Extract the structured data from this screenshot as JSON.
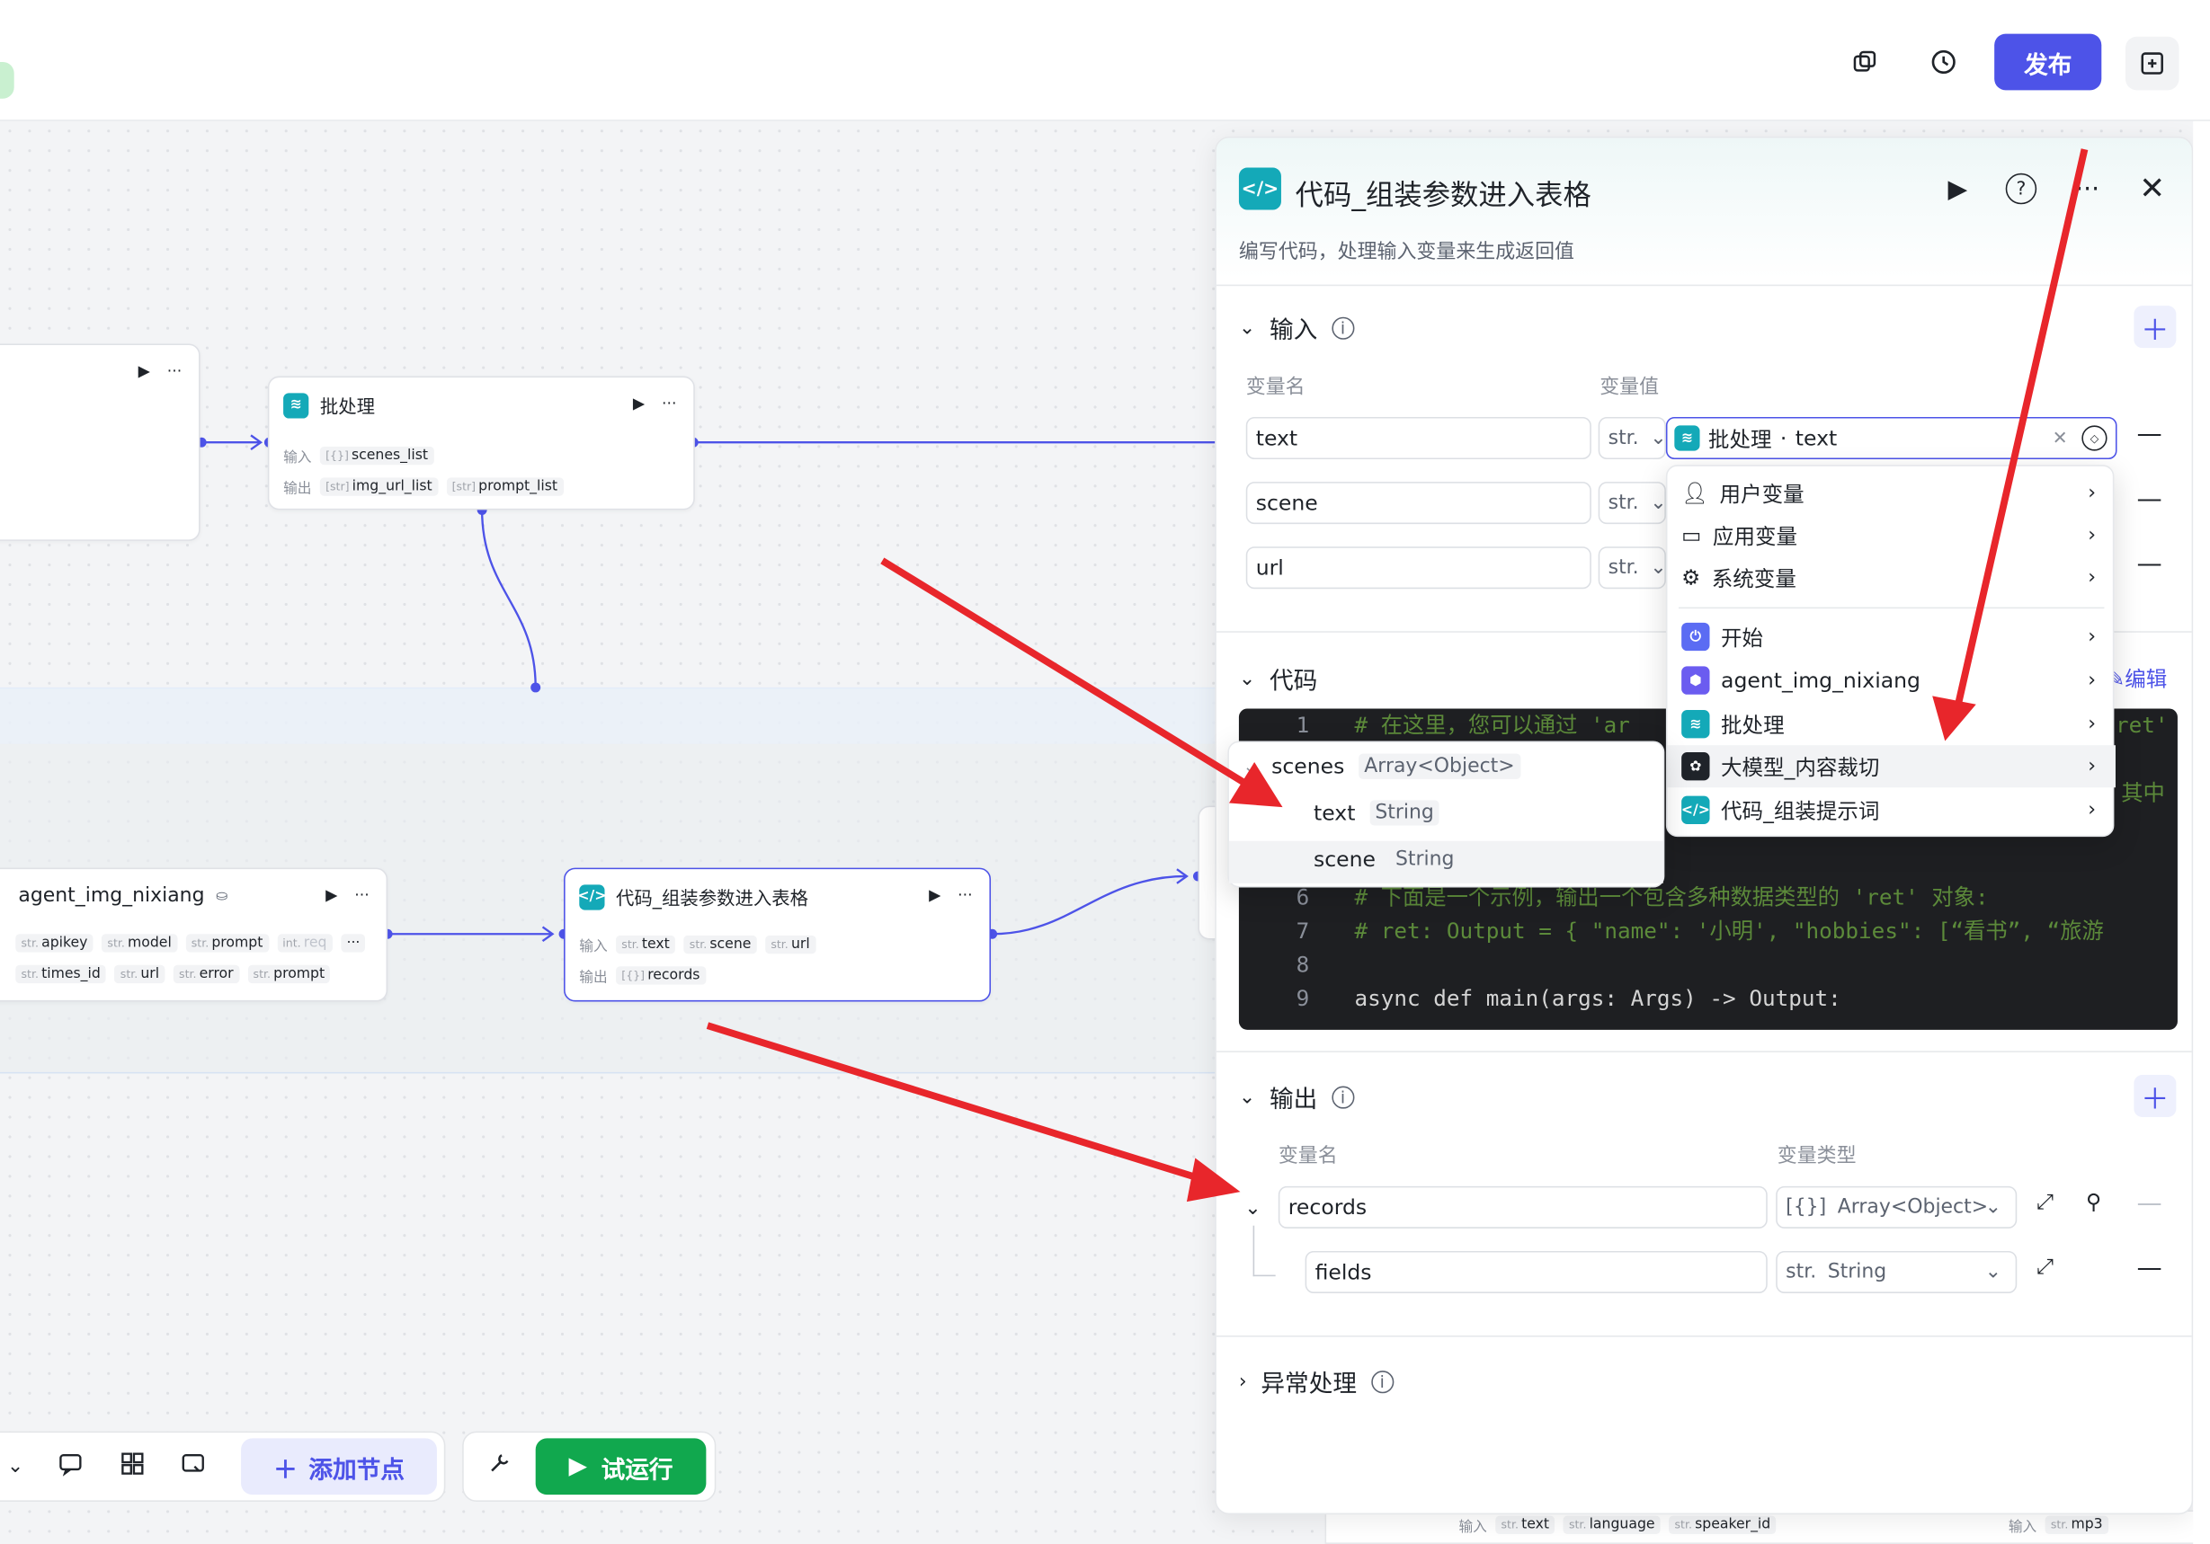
{
  "topbar": {
    "publish_label": "发布",
    "icons": [
      "duplicate-icon",
      "history-icon",
      "add-panel-icon"
    ]
  },
  "canvas": {
    "batch_node": {
      "title": "批处理",
      "input_label": "输入",
      "inputs": [
        {
          "type": "[{}]",
          "name": "scenes_list"
        }
      ],
      "output_label": "输出",
      "outputs": [
        {
          "type": "[str]",
          "name": "img_url_list"
        },
        {
          "type": "[str]",
          "name": "prompt_list"
        }
      ]
    },
    "agent_node": {
      "title": "agent_img_nixiang",
      "row1": [
        {
          "type": "str.",
          "name": "apikey"
        },
        {
          "type": "str.",
          "name": "model"
        },
        {
          "type": "str.",
          "name": "prompt"
        },
        {
          "type": "int.",
          "name": "req"
        }
      ],
      "row2": [
        {
          "type": "str.",
          "name": "times_id"
        },
        {
          "type": "str.",
          "name": "url"
        },
        {
          "type": "str.",
          "name": "error"
        },
        {
          "type": "str.",
          "name": "prompt"
        }
      ]
    },
    "code_node": {
      "title": "代码_组装参数进入表格",
      "input_label": "输入",
      "inputs": [
        {
          "type": "str.",
          "name": "text"
        },
        {
          "type": "str.",
          "name": "scene"
        },
        {
          "type": "str.",
          "name": "url"
        }
      ],
      "output_label": "输出",
      "outputs": [
        {
          "type": "[{}]",
          "name": "records"
        }
      ]
    },
    "bottom_mini": {
      "input_label": "输入",
      "tags": [
        {
          "type": "str.",
          "name": "text"
        },
        {
          "type": "str.",
          "name": "language"
        },
        {
          "type": "str.",
          "name": "speaker_id"
        }
      ],
      "tag2_input": "输入",
      "tag2": {
        "type": "str.",
        "name": "mp3"
      }
    }
  },
  "toolbar": {
    "add_node_label": "添加节点",
    "trial_run_label": "试运行"
  },
  "panel": {
    "title": "代码_组装参数进入表格",
    "subtitle": "编写代码，处理输入变量来生成返回值",
    "input_section": "输入",
    "col_var_name": "变量名",
    "col_var_value": "变量值",
    "inputs": [
      {
        "name": "text",
        "type": "str.",
        "value_source": "批处理",
        "value_field": "text"
      },
      {
        "name": "scene",
        "type": "str."
      },
      {
        "name": "url",
        "type": "str."
      }
    ],
    "code_section": "代码",
    "edit_label": "编辑",
    "code_lines": [
      {
        "n": "1",
        "text": "# 在这里，您可以通过 'ar"
      },
      {
        "n": "6",
        "text": "# 下面是一个示例，输出一个包含多种数据类型的 'ret' 对象:"
      },
      {
        "n": "7",
        "text": "# ret: Output =  { \"name\": '小明', \"hobbies\": [“看书”, “旅游"
      },
      {
        "n": "8",
        "text": ""
      },
      {
        "n": "9",
        "text": "async def main(args: Args) -> Output:"
      }
    ],
    "code_right_1": "ret'",
    "code_right_2": "其中",
    "output_section": "输出",
    "col_out_name": "变量名",
    "col_out_type": "变量类型",
    "outputs": [
      {
        "name": "records",
        "type": "Array<Object>",
        "type_prefix": "[{}]"
      },
      {
        "name": "fields",
        "type": "String",
        "type_prefix": "str."
      }
    ],
    "error_section": "异常处理"
  },
  "dropdown": {
    "items": [
      {
        "label": "用户变量",
        "icon": "user-icon"
      },
      {
        "label": "应用变量",
        "icon": "folder-icon"
      },
      {
        "label": "系统变量",
        "icon": "gear-icon"
      },
      {
        "label": "开始",
        "icon": "start-icon"
      },
      {
        "label": "agent_img_nixiang",
        "icon": "plugin-icon"
      },
      {
        "label": "批处理",
        "icon": "batch-icon"
      },
      {
        "label": "大模型_内容裁切",
        "icon": "llm-icon"
      },
      {
        "label": "代码_组装提示词",
        "icon": "code-icon"
      }
    ]
  },
  "submenu": {
    "parent_name": "scenes",
    "parent_type": "Array<Object>",
    "children": [
      {
        "name": "text",
        "type": "String"
      },
      {
        "name": "scene",
        "type": "String"
      }
    ]
  },
  "colors": {
    "accent": "#4d53e8",
    "teal": "#14a9b8",
    "green": "#11a84e",
    "arrow": "#e8262b"
  }
}
